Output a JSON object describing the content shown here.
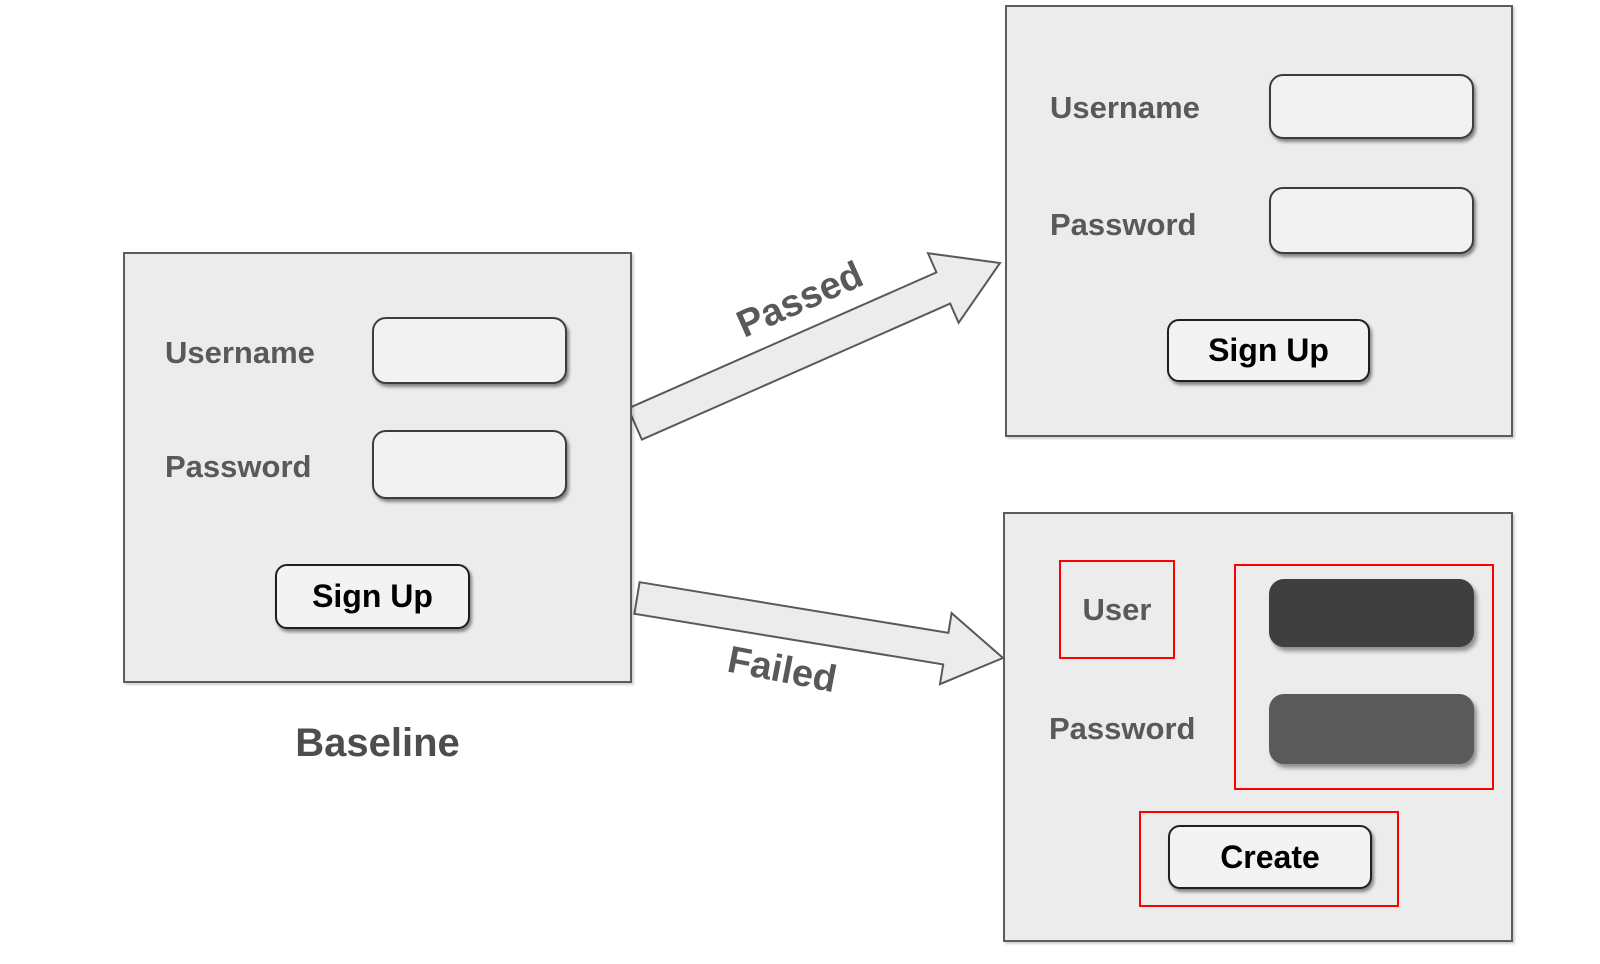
{
  "baseline": {
    "caption": "Baseline",
    "username_label": "Username",
    "password_label": "Password",
    "signup_button": "Sign Up"
  },
  "passed_result": {
    "username_label": "Username",
    "password_label": "Password",
    "signup_button": "Sign Up"
  },
  "failed_result": {
    "username_label": "User",
    "password_label": "Password",
    "create_button": "Create"
  },
  "transitions": {
    "passed_label": "Passed",
    "failed_label": "Failed"
  },
  "colors": {
    "diff_highlight": "#ff0000",
    "panel_fill": "#ececec",
    "panel_border": "#5c5c5c",
    "label_text": "#595959",
    "button_text": "#000000",
    "dark_username_fill": "#3f3f3f",
    "dark_password_fill": "#5a5a5a",
    "arrow_fill": "#ececec",
    "arrow_stroke": "#595959"
  }
}
